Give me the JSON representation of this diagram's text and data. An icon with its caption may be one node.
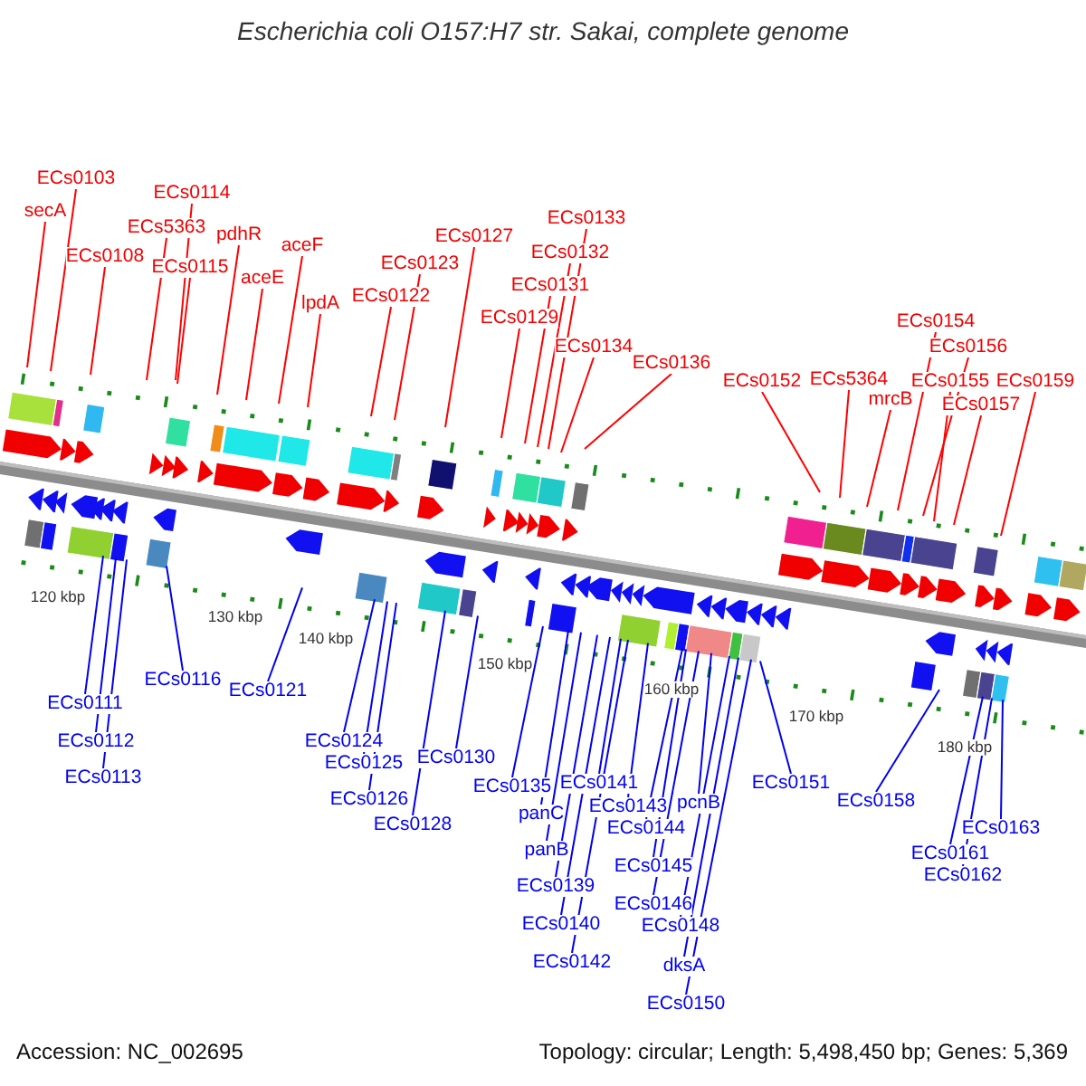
{
  "diagram": {
    "title": "Escherichia coli O157:H7 str. Sakai, complete genome",
    "nodes": [
      {
        "text": [
          "ECs0103"
        ]
      },
      {
        "text": [
          "secA"
        ]
      },
      {
        "text": [
          "ECs0108"
        ]
      },
      {
        "text": [
          "ECs0114"
        ]
      },
      {
        "text": [
          "ECs5363"
        ]
      },
      {
        "text": [
          "ECs0115"
        ]
      },
      {
        "text": [
          "pdhR"
        ]
      },
      {
        "text": [
          "aceE"
        ]
      },
      {
        "text": [
          "aceF"
        ]
      },
      {
        "text": [
          "lpdA"
        ]
      },
      {
        "text": [
          "ECs0122"
        ]
      },
      {
        "text": [
          "ECs0123"
        ]
      },
      {
        "text": [
          "ECs0127"
        ]
      },
      {
        "text": [
          "ECs0129"
        ]
      },
      {
        "text": [
          "ECs0131"
        ]
      },
      {
        "text": [
          "ECs0132"
        ]
      },
      {
        "text": [
          "ECs0133"
        ]
      },
      {
        "text": [
          "ECs0134"
        ]
      },
      {
        "text": [
          "ECs0136"
        ]
      },
      {
        "text": [
          "ECs0152"
        ]
      },
      {
        "text": [
          "ECs5364"
        ]
      },
      {
        "text": [
          "mrcB"
        ]
      },
      {
        "text": [
          "ECs0154"
        ]
      },
      {
        "text": [
          "ECs0156"
        ]
      },
      {
        "text": [
          "ECs0155"
        ]
      },
      {
        "text": [
          "ECs0157"
        ]
      },
      {
        "text": [
          "ECs0159"
        ]
      },
      {
        "text": [
          "ECs0111"
        ]
      },
      {
        "text": [
          "ECs0112"
        ]
      },
      {
        "text": [
          "ECs0113"
        ]
      },
      {
        "text": [
          "ECs0116"
        ]
      },
      {
        "text": [
          "ECs0121"
        ]
      },
      {
        "text": [
          "ECs0124"
        ]
      },
      {
        "text": [
          "ECs0125"
        ]
      },
      {
        "text": [
          "ECs0126"
        ]
      },
      {
        "text": [
          "ECs0130"
        ]
      },
      {
        "text": [
          "ECs0128"
        ]
      },
      {
        "text": [
          "ECs0135"
        ]
      },
      {
        "text": [
          "ECs0141"
        ]
      },
      {
        "text": [
          "panC"
        ]
      },
      {
        "text": [
          "ECs0143"
        ]
      },
      {
        "text": [
          "pcnB"
        ]
      },
      {
        "text": [
          "ECs0144"
        ]
      },
      {
        "text": [
          "panB"
        ]
      },
      {
        "text": [
          "ECs0145"
        ]
      },
      {
        "text": [
          "ECs0139"
        ]
      },
      {
        "text": [
          "ECs0146"
        ]
      },
      {
        "text": [
          "ECs0148"
        ]
      },
      {
        "text": [
          "ECs0140"
        ]
      },
      {
        "text": [
          "dksA"
        ]
      },
      {
        "text": [
          "ECs0142"
        ]
      },
      {
        "text": [
          "ECs0150"
        ]
      },
      {
        "text": [
          "ECs0151"
        ]
      },
      {
        "text": [
          "ECs0158"
        ]
      },
      {
        "text": [
          "ECs0163"
        ]
      },
      {
        "text": [
          "ECs0161"
        ]
      },
      {
        "text": [
          "ECs0162"
        ]
      }
    ],
    "edges": [
      {
        "from": 0,
        "to": null,
        "arrow": "none",
        "color": "#ff0000"
      },
      {
        "from": 1,
        "to": null,
        "arrow": "none",
        "color": "#ff0000"
      },
      {
        "from": 2,
        "to": null,
        "arrow": "none",
        "color": "#ff0000"
      },
      {
        "from": 3,
        "to": null,
        "arrow": "none",
        "color": "#ff0000"
      },
      {
        "from": 4,
        "to": null,
        "arrow": "none",
        "color": "#ff0000"
      },
      {
        "from": 5,
        "to": null,
        "arrow": "none",
        "color": "#ff0000"
      },
      {
        "from": 6,
        "to": null,
        "arrow": "none",
        "color": "#ff0000"
      },
      {
        "from": 7,
        "to": null,
        "arrow": "none",
        "color": "#ff0000"
      },
      {
        "from": 8,
        "to": null,
        "arrow": "none",
        "color": "#ff0000"
      },
      {
        "from": 9,
        "to": null,
        "arrow": "none",
        "color": "#ff0000"
      },
      {
        "from": 10,
        "to": null,
        "arrow": "none",
        "color": "#ff0000"
      },
      {
        "from": 11,
        "to": null,
        "arrow": "none",
        "color": "#ff0000"
      },
      {
        "from": 12,
        "to": null,
        "arrow": "none",
        "color": "#ff0000"
      },
      {
        "from": 13,
        "to": null,
        "arrow": "none",
        "color": "#ff0000"
      },
      {
        "from": 14,
        "to": null,
        "arrow": "none",
        "color": "#ff0000"
      },
      {
        "from": 15,
        "to": null,
        "arrow": "none",
        "color": "#ff0000"
      },
      {
        "from": 16,
        "to": null,
        "arrow": "none",
        "color": "#ff0000"
      },
      {
        "from": 17,
        "to": null,
        "arrow": "none",
        "color": "#ff0000"
      },
      {
        "from": 18,
        "to": null,
        "arrow": "none",
        "color": "#ff0000"
      },
      {
        "from": 19,
        "to": null,
        "arrow": "none",
        "color": "#ff0000"
      },
      {
        "from": 20,
        "to": null,
        "arrow": "none",
        "color": "#ff0000"
      },
      {
        "from": 21,
        "to": null,
        "arrow": "none",
        "color": "#ff0000"
      },
      {
        "from": 22,
        "to": null,
        "arrow": "none",
        "color": "#ff0000"
      },
      {
        "from": 23,
        "to": null,
        "arrow": "none",
        "color": "#ff0000"
      },
      {
        "from": 24,
        "to": null,
        "arrow": "none",
        "color": "#ff0000"
      },
      {
        "from": 25,
        "to": null,
        "arrow": "none",
        "color": "#ff0000"
      },
      {
        "from": 26,
        "to": null,
        "arrow": "none",
        "color": "#ff0000"
      },
      {
        "from": 27,
        "to": null,
        "arrow": "none"
      },
      {
        "from": 28,
        "to": null,
        "arrow": "none"
      },
      {
        "from": 29,
        "to": null,
        "arrow": "none"
      },
      {
        "from": 30,
        "to": null,
        "arrow": "none"
      },
      {
        "from": 31,
        "to": null,
        "arrow": "none"
      },
      {
        "from": 32,
        "to": null,
        "arrow": "none"
      },
      {
        "from": 33,
        "to": null,
        "arrow": "none"
      },
      {
        "from": 34,
        "to": null,
        "arrow": "none"
      },
      {
        "from": 35,
        "to": null,
        "arrow": "none"
      },
      {
        "from": 36,
        "to": null,
        "arrow": "none"
      },
      {
        "from": 37,
        "to": null,
        "arrow": "none"
      },
      {
        "from": 38,
        "to": null,
        "arrow": "none"
      },
      {
        "from": 39,
        "to": null,
        "arrow": "none"
      },
      {
        "from": 40,
        "to": null,
        "arrow": "none"
      },
      {
        "from": 41,
        "to": null,
        "arrow": "none"
      },
      {
        "from": 42,
        "to": null,
        "arrow": "none"
      },
      {
        "from": 43,
        "to": null,
        "arrow": "none"
      },
      {
        "from": 44,
        "to": null,
        "arrow": "none"
      },
      {
        "from": 45,
        "to": null,
        "arrow": "none"
      },
      {
        "from": 46,
        "to": null,
        "arrow": "none"
      },
      {
        "from": 47,
        "to": null,
        "arrow": "none"
      },
      {
        "from": 48,
        "to": null,
        "arrow": "none"
      },
      {
        "from": 49,
        "to": null,
        "arrow": "none"
      },
      {
        "from": 50,
        "to": null,
        "arrow": "none"
      },
      {
        "from": 51,
        "to": null,
        "arrow": "none"
      },
      {
        "from": 52,
        "to": null,
        "arrow": "none"
      },
      {
        "from": 53,
        "to": null,
        "arrow": "none"
      },
      {
        "from": 54,
        "to": null,
        "arrow": "none"
      },
      {
        "from": 55,
        "to": null,
        "arrow": "none"
      },
      {
        "from": 56,
        "to": null,
        "arrow": "none"
      }
    ],
    "labels": [
      "120 kbp",
      "130 kbp",
      "140 kbp",
      "150 kbp",
      "160 kbp",
      "170 kbp",
      "180 kbp",
      "Accession: NC_002695",
      "Topology: circular; Length: 5,498,450 bp; Genes: 5,369"
    ]
  }
}
